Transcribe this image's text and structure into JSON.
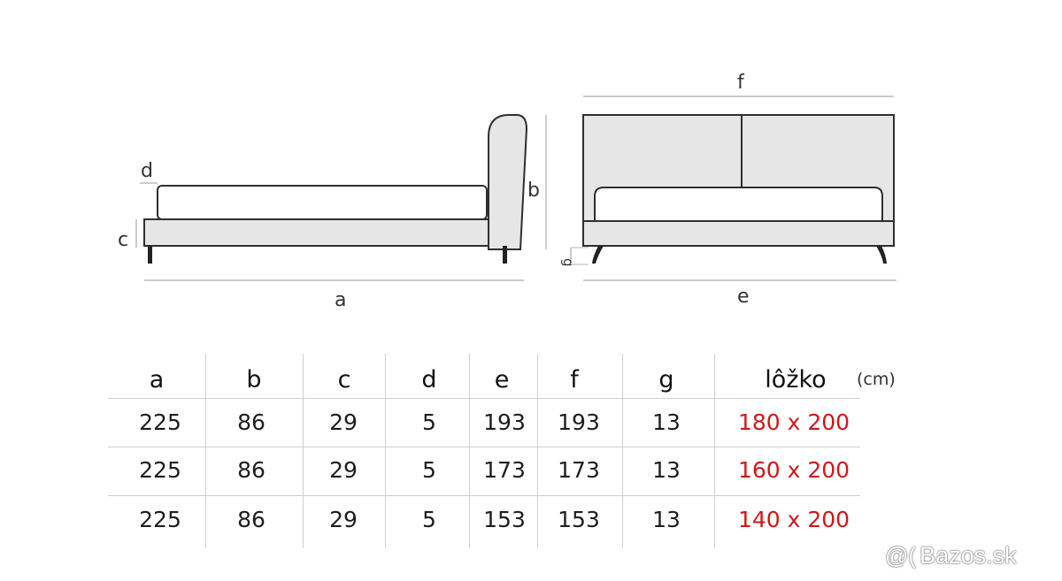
{
  "diagram": {
    "side_view": {
      "labels": {
        "a": "a",
        "c": "c",
        "d": "d"
      }
    },
    "front_view": {
      "labels": {
        "b": "b",
        "e": "e",
        "f": "f",
        "g": "g"
      }
    }
  },
  "table": {
    "unit": "(cm)",
    "headers": [
      "a",
      "b",
      "c",
      "d",
      "e",
      "f",
      "g",
      "lôžko"
    ],
    "rows": [
      [
        "225",
        "86",
        "29",
        "5",
        "193",
        "193",
        "13",
        "180 x 200"
      ],
      [
        "225",
        "86",
        "29",
        "5",
        "173",
        "173",
        "13",
        "160 x 200"
      ],
      [
        "225",
        "86",
        "29",
        "5",
        "153",
        "153",
        "13",
        "140 x 200"
      ]
    ]
  },
  "watermark": {
    "text": "Bazos.sk",
    "icon": "at-sign-icon"
  },
  "colors": {
    "frame_fill": "#e6e6e6",
    "outline": "#2f2f2f",
    "bed_size_red": "#d01818",
    "rule_gray": "#cfcfcf"
  }
}
